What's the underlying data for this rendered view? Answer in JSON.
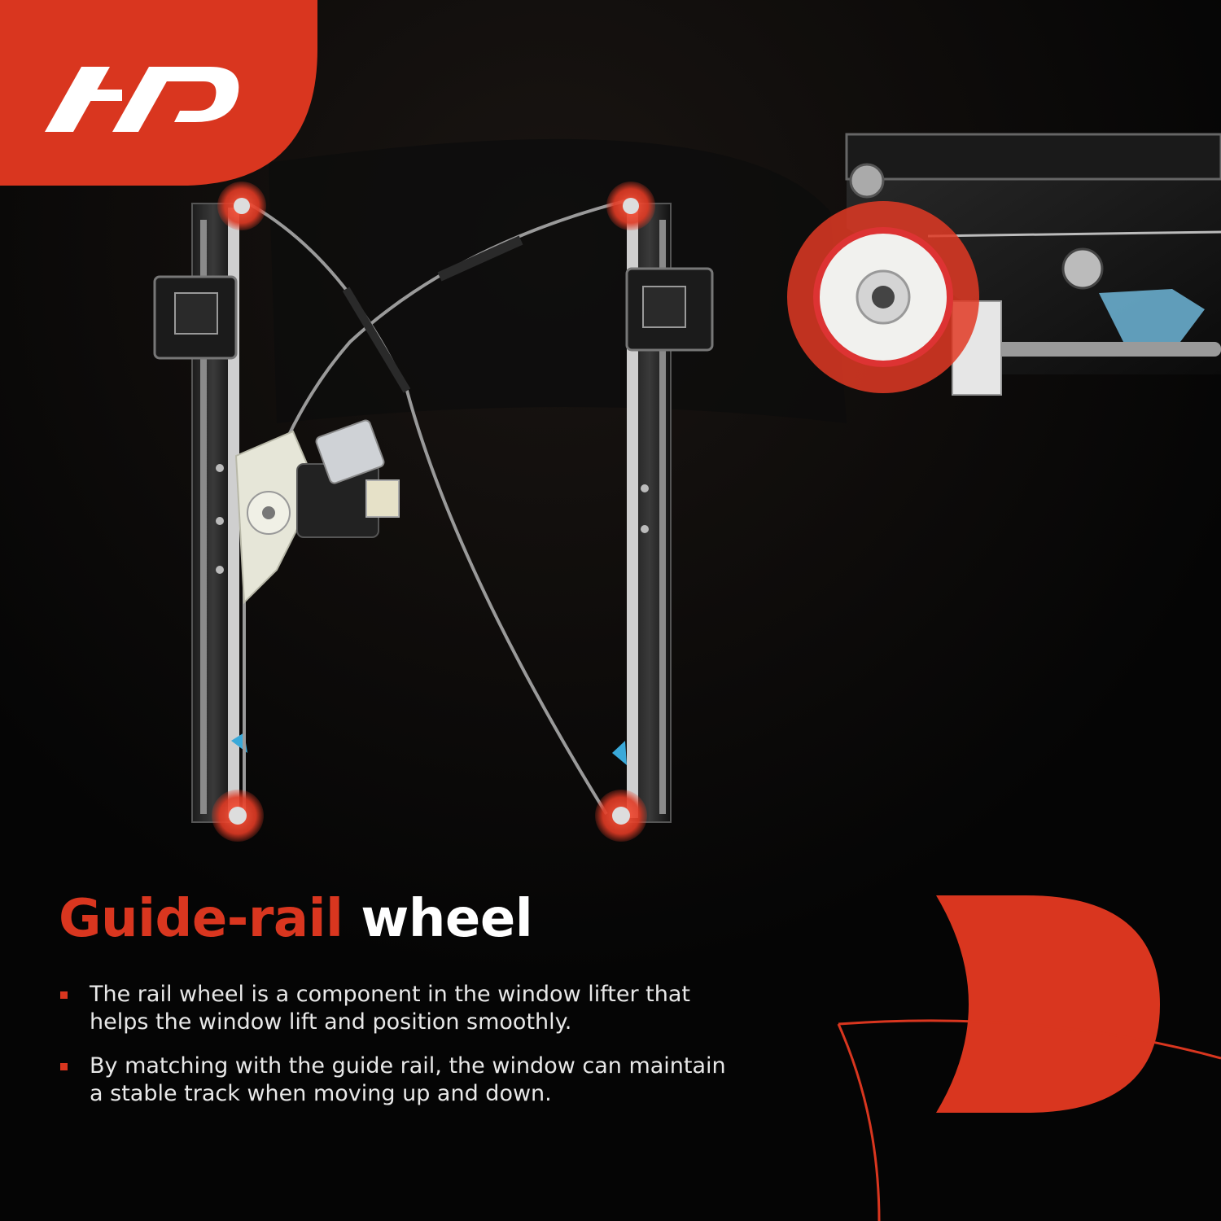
{
  "brand": {
    "logo_icon": "a-premium-ap-logo",
    "accent_color": "#d9361f"
  },
  "product_image": {
    "subject": "window-regulator",
    "highlighted_parts": [
      "rail-wheel-top-left",
      "rail-wheel-top-right",
      "rail-wheel-bottom-left",
      "rail-wheel-bottom-right"
    ],
    "highlight_color": "#e03a24"
  },
  "detail_inset": {
    "subject": "rail-wheel-closeup"
  },
  "headline": {
    "accent": "Guide-rail",
    "plain": "wheel"
  },
  "bullets": [
    {
      "text": "The rail wheel is a component in the window lifter that helps the window lift and position smoothly."
    },
    {
      "text": "By matching with the guide rail, the window can maintain a stable track when moving up and down."
    }
  ],
  "decoration": {
    "corner_shape": "d-shape-icon",
    "colors": {
      "background": "#050505",
      "accent": "#d9361f",
      "text": "#ffffff"
    }
  }
}
